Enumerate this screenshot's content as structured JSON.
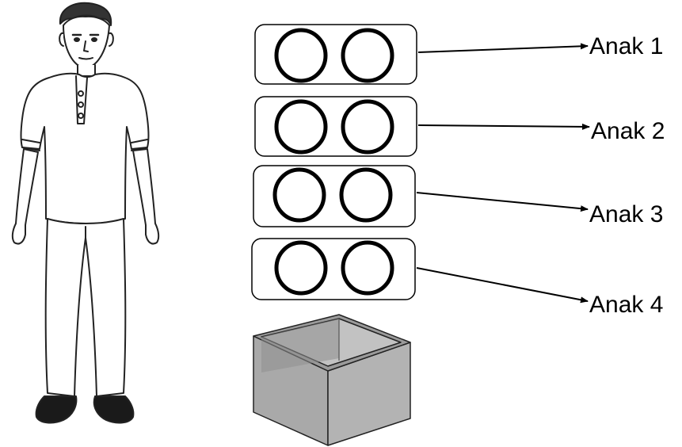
{
  "labels": {
    "child_1": "Anak 1",
    "child_2": "Anak 2",
    "child_3": "Anak 3",
    "child_4": "Anak 4"
  },
  "boxes": {
    "count": 4,
    "coins_per_box": 2
  },
  "colors": {
    "stroke": "#000000",
    "box_fill": "#a9a9a9",
    "box_dark": "#8f8f8f",
    "box_light": "#c4c4c4"
  }
}
